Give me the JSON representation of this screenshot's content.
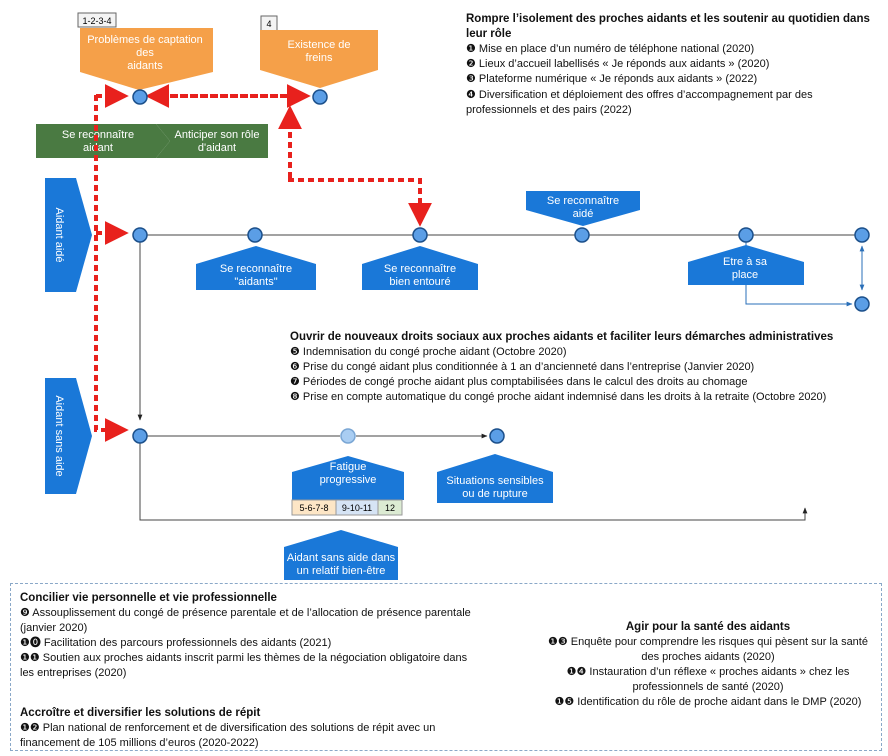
{
  "top_tags": {
    "tag_a": "1-2-3-4",
    "tag_b": "4"
  },
  "orange_boxes": {
    "captation": [
      "Problèmes de captation",
      "des",
      "aidants"
    ],
    "freins": [
      "Existence de",
      "freins"
    ]
  },
  "green_chevrons": {
    "reconnaitre": [
      "Se reconnaître",
      "aidant"
    ],
    "anticiper": [
      "Anticiper son rôle",
      "d'aidant"
    ]
  },
  "lanes": {
    "aide": "Aidant aidé",
    "sans_aide": "Aidant sans aide"
  },
  "blue_labels": {
    "reconnaitre_aidants": [
      "Se reconnaître",
      "\"aidants\""
    ],
    "bien_entoure": [
      "Se reconnaître",
      "bien entouré"
    ],
    "aide_top": [
      "Se reconnaître",
      "aidé"
    ],
    "etre_a_sa_place": [
      "Etre à sa",
      "place"
    ],
    "fatigue": [
      "Fatigue",
      "progressive"
    ],
    "situations": [
      "Situations sensibles",
      "ou de rupture"
    ],
    "bien_etre": [
      "Aidant sans aide dans",
      "un relatif bien-être"
    ]
  },
  "fatigue_tags": [
    "5-6-7-8",
    "9-10-11",
    "12"
  ],
  "colors": {
    "orange": "#f5a049",
    "green": "#4a7a42",
    "blue": "#1a78d8",
    "node": "#5b9ee6",
    "node_light": "#a9cdf2",
    "red": "#e8211d",
    "tag_orange": "#fde6c6",
    "tag_blue": "#d6e4f5",
    "tag_green": "#dcebd3"
  },
  "section_rompre": {
    "title": "Rompre l’isolement des proches aidants et les soutenir au quotidien dans leur rôle",
    "items": [
      "❶ Mise en place d’un numéro de téléphone national (2020)",
      "❷ Lieux d’accueil labellisés « Je réponds aux aidants » (2020)",
      "❸ Plateforme numérique « Je réponds aux aidants » (2022)",
      "❹ Diversification et déploiement des offres d’accompagnement par des professionnels et des pairs (2022)"
    ]
  },
  "section_droits": {
    "title": "Ouvrir de nouveaux droits sociaux aux proches aidants et faciliter leurs démarches administratives",
    "items": [
      "❺ Indemnisation du congé proche aidant (Octobre 2020)",
      "❻ Prise du congé aidant plus conditionnée à 1 an d’ancienneté dans l’entreprise (Janvier 2020)",
      "❼ Périodes de congé proche aidant plus comptabilisées dans le calcul des droits au chomage",
      "❽ Prise en compte automatique du congé proche aidant indemnisé dans les droits à la retraite (Octobre 2020)"
    ]
  },
  "section_concilier": {
    "title": "Concilier vie personnelle et vie professionnelle",
    "items": [
      "❾ Assouplissement du congé de présence parentale et de l’allocation de présence parentale (janvier 2020)",
      "❶⓿ Facilitation des parcours professionnels des aidants (2021)",
      "❶❶ Soutien aux proches aidants inscrit parmi les thèmes de la négociation obligatoire dans les entreprises (2020)"
    ]
  },
  "section_repit": {
    "title": "Accroître et diversifier les solutions de répit",
    "items": [
      "❶❷ Plan national de renforcement et de diversification des solutions de répit avec un financement de 105 millions d’euros (2020-2022)"
    ]
  },
  "section_sante": {
    "title": "Agir pour la santé des aidants",
    "items": [
      "❶❸ Enquête pour comprendre les risques qui pèsent sur la santé des proches aidants (2020)",
      "❶❹ Instauration d’un réflexe « proches aidants » chez les professionnels de santé (2020)",
      "❶❺ Identification du rôle de proche aidant dans le DMP (2020)"
    ]
  }
}
